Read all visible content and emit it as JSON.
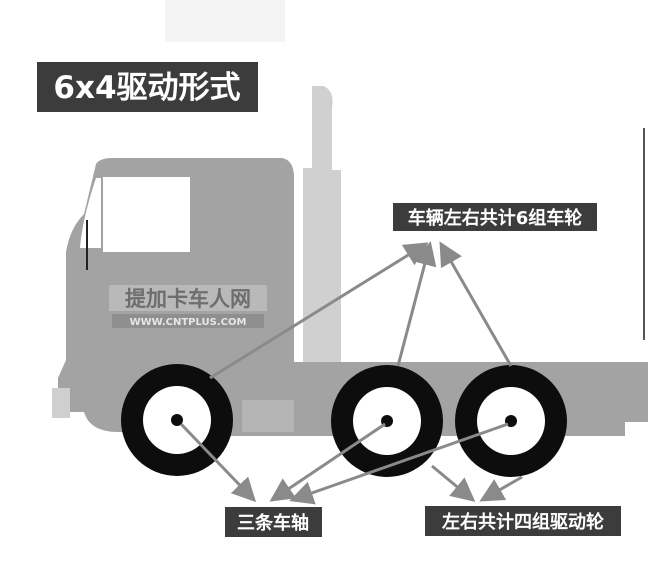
{
  "title": "6x4驱动形式",
  "watermark": {
    "text": "提加卡车人网",
    "url": "WWW.CNTPLUS.COM"
  },
  "labels": {
    "wheels_total": "车辆左右共计6组车轮",
    "axles": "三条车轴",
    "drive_wheels": "左右共计四组驱动轮"
  },
  "colors": {
    "truck_body": "#a3a3a3",
    "exhaust": "#d0d0d0",
    "label_bg": "#3c3c3c",
    "arrow": "#8a8a8a",
    "tire": "#0d0d0d"
  }
}
